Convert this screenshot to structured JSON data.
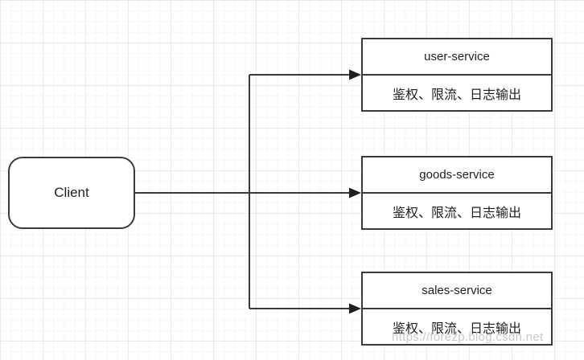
{
  "diagram": {
    "client": {
      "label": "Client"
    },
    "services": [
      {
        "name": "user-service",
        "features": "鉴权、限流、日志输出"
      },
      {
        "name": "goods-service",
        "features": "鉴权、限流、日志输出"
      },
      {
        "name": "sales-service",
        "features": "鉴权、限流、日志输出"
      }
    ],
    "watermark": "https://forezp.blog.csdn.net",
    "colors": {
      "line": "#3a3a3a",
      "box_border": "#3a3a3a",
      "box_fill": "#ffffff",
      "arrowhead": "#1f1f1f",
      "watermark": "#c6cace",
      "grid_major": "#dee0e5",
      "grid_minor": "#ebedf1",
      "background": "#ffffff"
    }
  }
}
